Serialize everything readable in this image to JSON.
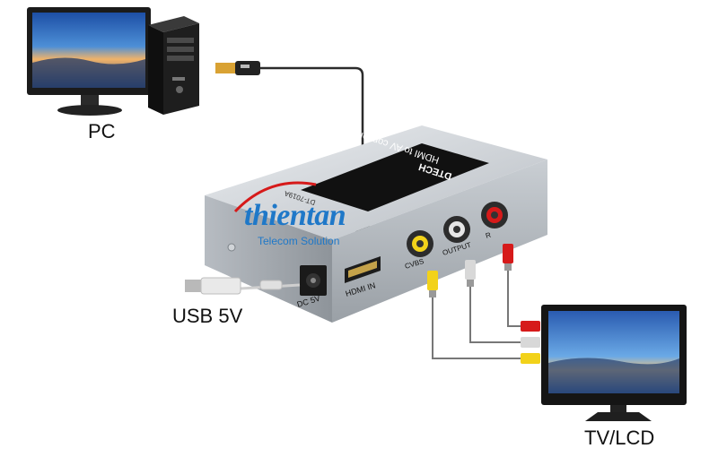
{
  "labels": {
    "pc": "PC",
    "usb": "USB 5V",
    "tv": "TV/LCD"
  },
  "device": {
    "brand": "DTECH",
    "title": "HDMI to AV converter",
    "model": "DT-7019A",
    "port_dc": "DC 5V",
    "port_hdmi": "HDMI IN",
    "port_cvbs": "CVBS",
    "port_output": "OUTPUT",
    "port_r": "R"
  },
  "watermark": {
    "main": "thientan",
    "sub": "Telecom Solution"
  },
  "colors": {
    "video_plug": "#f2d21a",
    "audio_left": "#d8d8d8",
    "audio_right": "#d61a1a",
    "watermark": "#1f78c8"
  }
}
